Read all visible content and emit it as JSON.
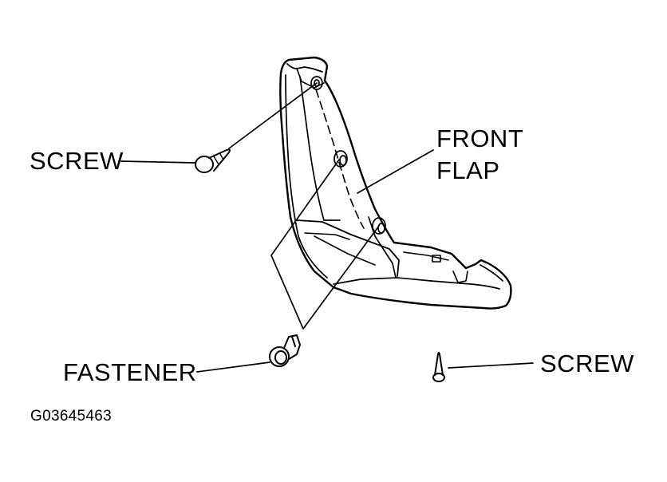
{
  "labels": {
    "screw_left": "SCREW",
    "front": "FRONT",
    "flap": "FLAP",
    "fastener": "FASTENER",
    "screw_right": "SCREW",
    "figure_code": "G03645463"
  },
  "colors": {
    "ink": "#000000",
    "paper": "#ffffff"
  }
}
